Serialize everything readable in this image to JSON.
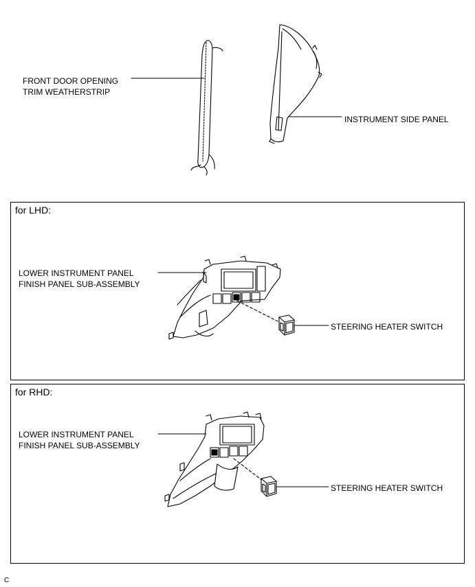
{
  "top": {
    "weatherstrip_line1": "FRONT DOOR OPENING",
    "weatherstrip_line2": "TRIM WEATHERSTRIP",
    "side_panel": "INSTRUMENT SIDE PANEL"
  },
  "lhd": {
    "title": "for LHD:",
    "panel_line1": "LOWER INSTRUMENT PANEL",
    "panel_line2": "FINISH PANEL SUB-ASSEMBLY",
    "switch": "STEERING HEATER SWITCH"
  },
  "rhd": {
    "title": "for RHD:",
    "panel_line1": "LOWER INSTRUMENT PANEL",
    "panel_line2": "FINISH PANEL SUB-ASSEMBLY",
    "switch": "STEERING HEATER SWITCH"
  },
  "corner_code": "C"
}
